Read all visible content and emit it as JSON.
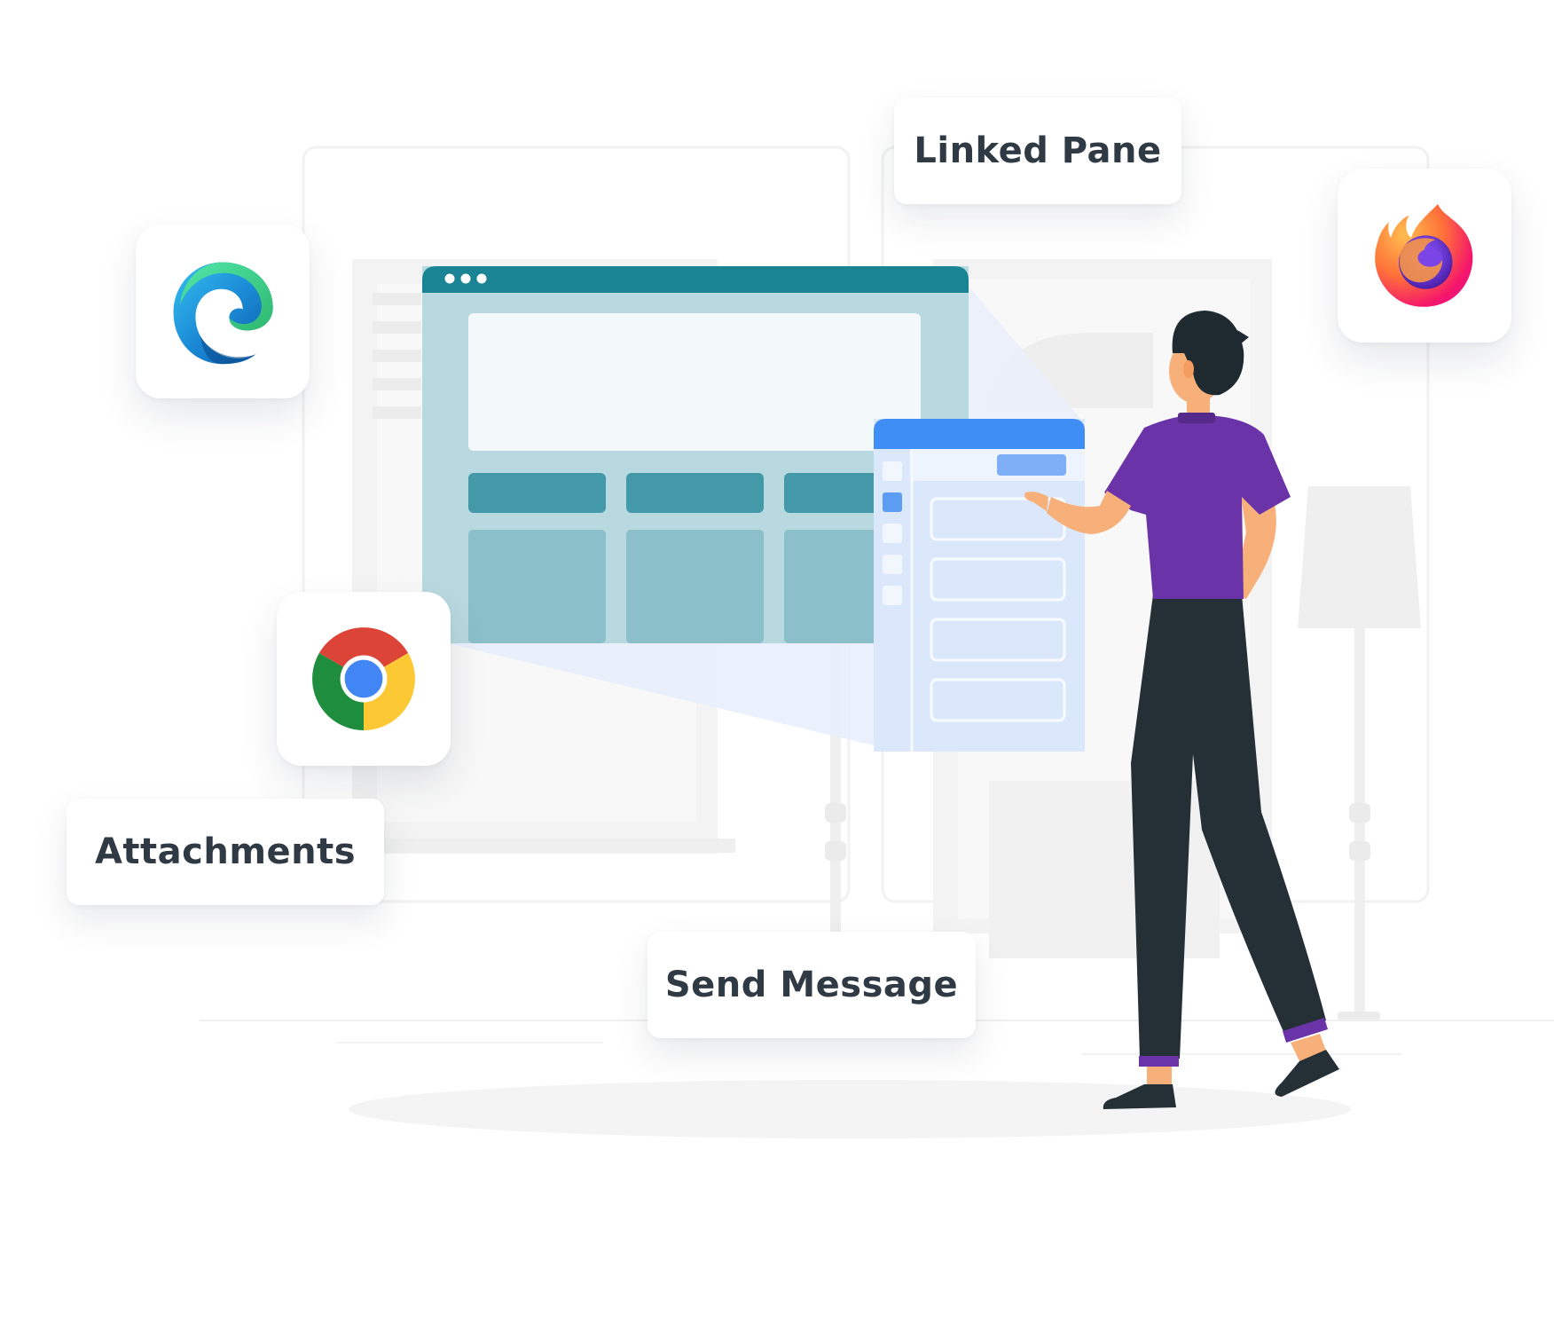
{
  "labels": {
    "linked_pane": "Linked Pane",
    "attachments": "Attachments",
    "send_message": "Send Message"
  },
  "icons": {
    "edge": "edge-browser-icon",
    "firefox": "firefox-browser-icon",
    "chrome": "chrome-browser-icon"
  },
  "colors": {
    "window_bar": "#1a8494",
    "window_body": "#b8d9df",
    "pane_bar": "#3f8ef5",
    "pane_body": "#dbe8fb",
    "shirt": "#6a33a8",
    "pants": "#252f36",
    "skin": "#f7b07a",
    "label_text": "#2f3a44"
  }
}
